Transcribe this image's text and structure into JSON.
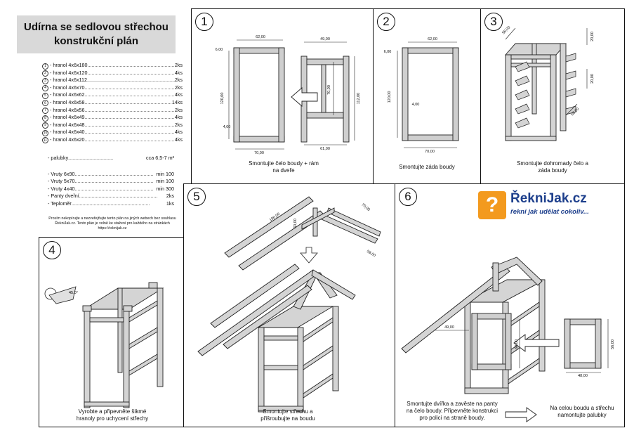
{
  "header": {
    "line1": "Udírna se sedlovou střechou",
    "line2": "konstrukční plán"
  },
  "parts": [
    {
      "n": "1",
      "name": "- hranol 4x6x180",
      "qty": "2ks"
    },
    {
      "n": "2",
      "name": "- hranol 4x6x120",
      "qty": "4ks"
    },
    {
      "n": "3",
      "name": "- hranol 4x6x112",
      "qty": "2ks"
    },
    {
      "n": "4",
      "name": "- hranol 4x6x70",
      "qty": "2ks"
    },
    {
      "n": "5",
      "name": "- hranol 4x6x62",
      "qty": "4ks"
    },
    {
      "n": "6",
      "name": "- hranol 4x6x58",
      "qty": "14ks"
    },
    {
      "n": "7",
      "name": "- hranol 4x6x56",
      "qty": "2ks"
    },
    {
      "n": "8",
      "name": "- hranol 4x6x49",
      "qty": "4ks"
    },
    {
      "n": "9",
      "name": "- hranol 4x6x48",
      "qty": "2ks"
    },
    {
      "n": "10",
      "name": "- hranol 4x6x40",
      "qty": "4ks"
    },
    {
      "n": "11",
      "name": "- hranol 4x6x20",
      "qty": "4ks"
    }
  ],
  "boards": {
    "name": "- palubky",
    "qty": "cca 6,5-7 m²"
  },
  "materials": [
    {
      "name": "- Vruty 6x90",
      "qty": "min 100"
    },
    {
      "name": "- Vruty 5x70",
      "qty": "min 100"
    },
    {
      "name": "- Vruty 4x40",
      "qty": "min 300"
    },
    {
      "name": "- Panty dveřní",
      "qty": "2ks"
    },
    {
      "name": "- Teploměr",
      "qty": "1ks"
    }
  ],
  "notice": "Prosím nekopírujte a nezveřejňujte tento plán na jiných webech bez souhlasu ŘekniJak.cz. Tento plán je volně ke stažení pro každého na stránkách https://reknijak.cz",
  "steps": [
    {
      "num": "1",
      "caption1": "Smontujte čelo boudy + rám",
      "caption2": "na dveře"
    },
    {
      "num": "2",
      "caption1": "Smontujte záda boudy",
      "caption2": ""
    },
    {
      "num": "3",
      "caption1": "Smontujte dohromady čelo a",
      "caption2": "záda boudy"
    },
    {
      "num": "4",
      "caption1": "Vyrobte a připevněte šikmé",
      "caption2": "hranoly pro uchycení střechy"
    },
    {
      "num": "5",
      "caption1": "Smontujte střechu a",
      "caption2": "přišroubujte na boudu"
    },
    {
      "num": "6",
      "caption1": "Smontujte dvířka a zavěste na panty",
      "caption2": "na čelo boudy. Připevněte konstrukci",
      "caption3": "pro polici na straně boudy.",
      "caption4": "Na celou boudu a střechu",
      "caption5": "namontujte palubky"
    }
  ],
  "dims": {
    "p1_top": "62,00",
    "p1_side": "120,00",
    "p1_bottom": "70,00",
    "p1_corner": "6,00",
    "p1_small": "4,00",
    "p1_frame_top": "49,00",
    "p1_frame_mid": "70,00",
    "p1_frame_side": "112,00",
    "p1_frame_bottom": "61,00",
    "p2_top": "62,00",
    "p2_side": "120,00",
    "p2_bottom": "70,00",
    "p2_corner": "6,00",
    "p2_small": "4,00",
    "p3_top": "58,00",
    "p3_r1": "20,00",
    "p3_r2": "20,00",
    "p3_bottom": "58,00",
    "p4_angle": "45,0°",
    "p5_a": "190,00",
    "p5_b": "60,00",
    "p5_c": "70,00",
    "p5_d": "59,00",
    "p6_door_w": "49,00",
    "p6_door_h": "60,00",
    "p6_shelf_h": "56,00",
    "p6_shelf_w": "48,00"
  },
  "logo": {
    "mark": "?",
    "name": "ŘekniJak.cz",
    "slogan": "řekni jak udělat cokoliv..."
  }
}
